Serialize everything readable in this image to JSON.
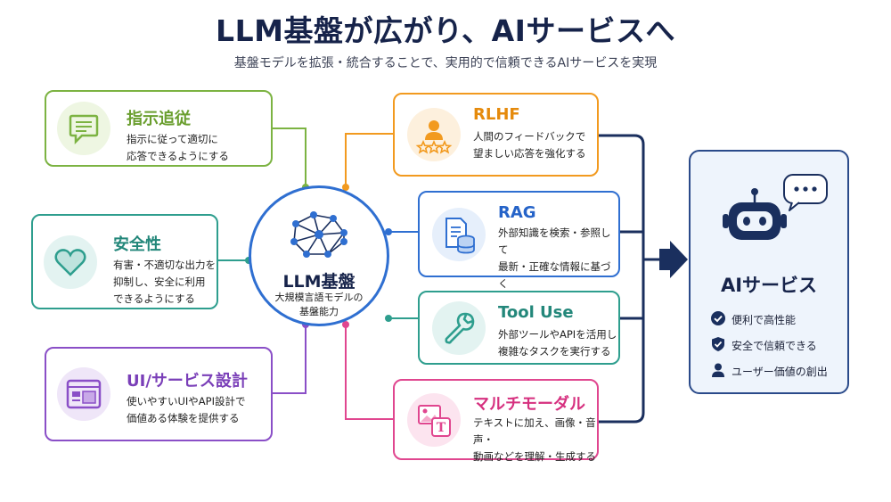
{
  "title": "LLM基盤が広がり、AIサービスへ",
  "subtitle": "基盤モデルを拡張・統合することで、実用的で信頼できるAIサービスを実現",
  "hub": {
    "title": "LLM基盤",
    "desc": "大規模言語モデルの\n基盤能力"
  },
  "left_cards": [
    {
      "title": "指示追従",
      "desc": "指示に従って適切に\n応答できるようにする",
      "icon": "chat-icon",
      "color": "#7cb342"
    },
    {
      "title": "安全性",
      "desc": "有害・不適切な出力を\n抑制し、安全に利用\nできるようにする",
      "icon": "heart-icon",
      "color": "#2e9e8e"
    },
    {
      "title": "UI/サービス設計",
      "desc": "使いやすいUIやAPI設計で\n価値ある体験を提供する",
      "icon": "browser-window-icon",
      "color": "#8a4fc7"
    }
  ],
  "right_cards": [
    {
      "title": "RLHF",
      "desc": "人間のフィードバックで\n望ましい応答を強化する",
      "icon": "person-stars-icon",
      "color": "#f29a1f"
    },
    {
      "title": "RAG",
      "desc": "外部知識を検索・参照して\n最新・正確な情報に基づく\n回答を生成する",
      "icon": "document-database-icon",
      "color": "#2f6fd1"
    },
    {
      "title": "Tool Use",
      "desc": "外部ツールやAPIを活用し\n複雑なタスクを実行する",
      "icon": "wrench-icon",
      "color": "#2e9e8e"
    },
    {
      "title": "マルチモーダル",
      "desc": "テキストに加え、画像・音声・\n動画などを理解・生成する",
      "icon": "image-text-icon",
      "color": "#e0468f"
    }
  ],
  "service": {
    "title": "AIサービス",
    "items": [
      {
        "label": "便利で高性能",
        "icon": "check-circle-icon"
      },
      {
        "label": "安全で信頼できる",
        "icon": "shield-check-icon"
      },
      {
        "label": "ユーザー価値の創出",
        "icon": "user-icon"
      }
    ]
  },
  "colors": {
    "navy": "#1a2f5e",
    "hub_border": "#2f6fd1"
  }
}
